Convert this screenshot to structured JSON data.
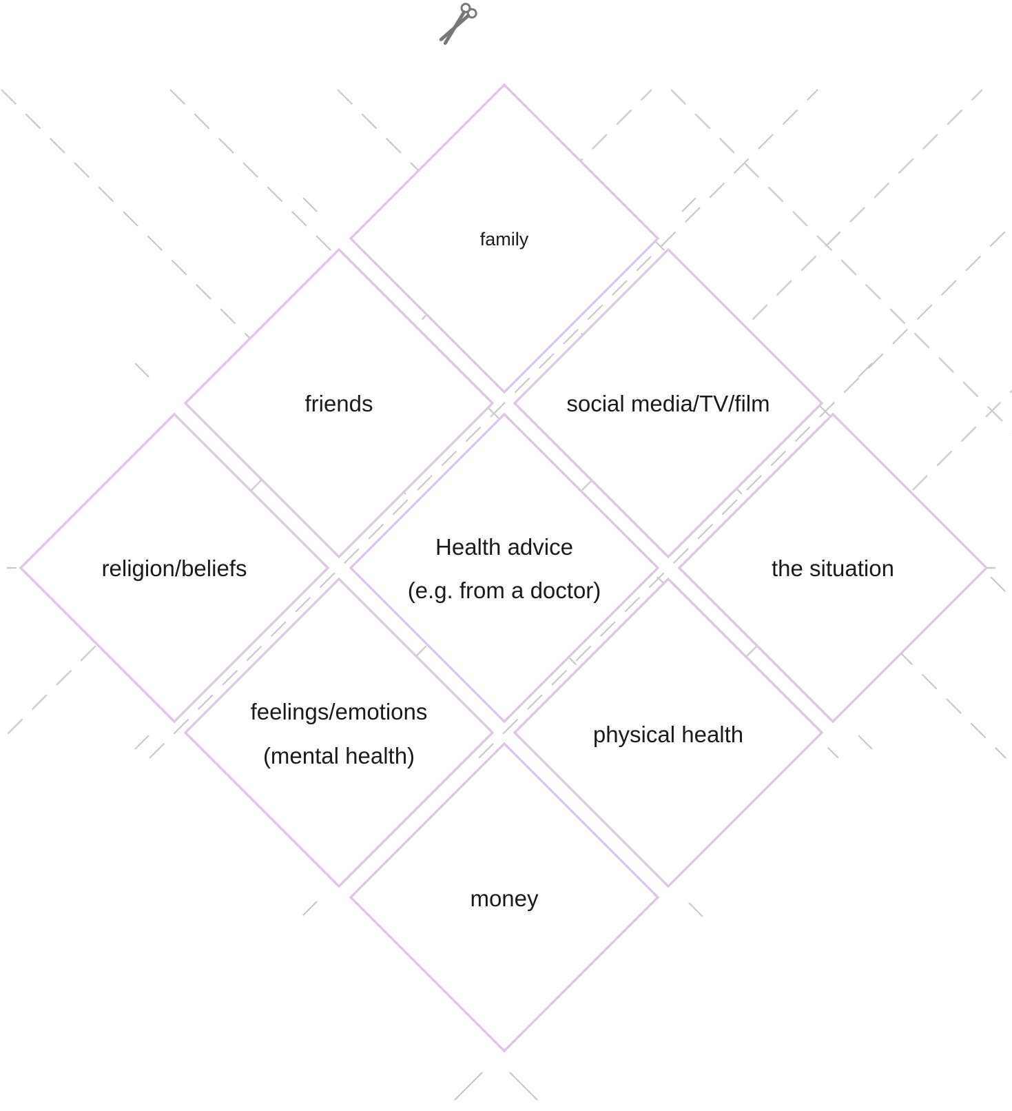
{
  "diagram": {
    "center_card": {
      "lines": [
        "Health advice",
        "(e.g. from a doctor)"
      ]
    },
    "cards": [
      {
        "id": "family",
        "lines": [
          "family"
        ]
      },
      {
        "id": "friends",
        "lines": [
          "friends"
        ]
      },
      {
        "id": "social",
        "lines": [
          "social media/TV/film"
        ]
      },
      {
        "id": "religion",
        "lines": [
          "religion/beliefs"
        ]
      },
      {
        "id": "situation",
        "lines": [
          "the situation"
        ]
      },
      {
        "id": "feelings",
        "lines": [
          "feelings/emotions",
          "(mental health)"
        ]
      },
      {
        "id": "physical",
        "lines": [
          "physical health"
        ]
      },
      {
        "id": "money",
        "lines": [
          "money"
        ]
      }
    ],
    "icons": {
      "cut_marker": "scissors-icon"
    },
    "colors": {
      "card_border": "#dcc6e2",
      "cut_line": "#c8c8c8",
      "text": "#1a1a1a",
      "scissors": "#777777"
    }
  }
}
